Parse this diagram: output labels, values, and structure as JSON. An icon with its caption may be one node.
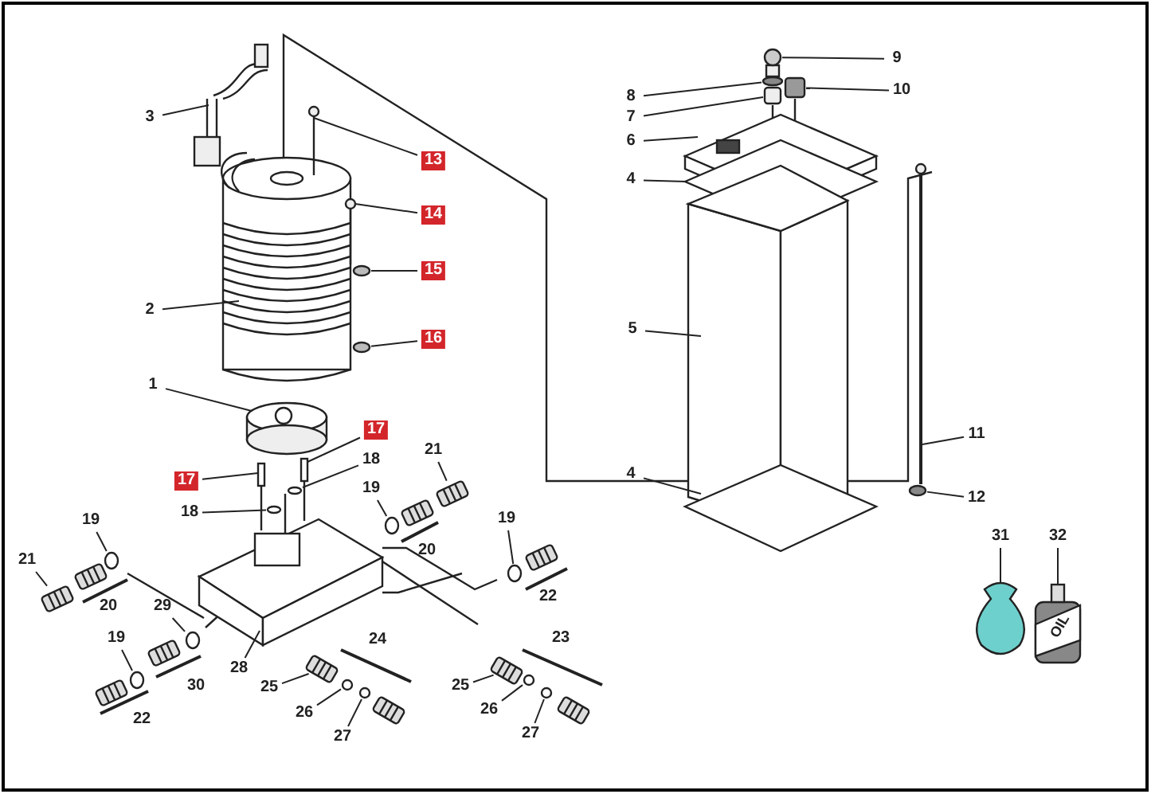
{
  "diagram": {
    "nodes": [
      {
        "text": [
          "3"
        ]
      },
      {
        "text": [
          "13"
        ]
      },
      {
        "text": [
          "14"
        ]
      },
      {
        "text": [
          "15"
        ]
      },
      {
        "text": [
          "16"
        ]
      },
      {
        "text": [
          "2"
        ]
      },
      {
        "text": [
          "1"
        ]
      },
      {
        "text": [
          "17"
        ]
      },
      {
        "text": [
          "18"
        ]
      },
      {
        "text": [
          "17"
        ]
      },
      {
        "text": [
          "18"
        ]
      },
      {
        "text": [
          "19"
        ]
      },
      {
        "text": [
          "21"
        ]
      },
      {
        "text": [
          "19"
        ]
      },
      {
        "text": [
          "21"
        ]
      },
      {
        "text": [
          "19"
        ]
      },
      {
        "text": [
          "29"
        ]
      },
      {
        "text": [
          "19"
        ]
      },
      {
        "text": [
          "28"
        ]
      },
      {
        "text": [
          "25"
        ]
      },
      {
        "text": [
          "26"
        ]
      },
      {
        "text": [
          "27"
        ]
      },
      {
        "text": [
          "25"
        ]
      },
      {
        "text": [
          "26"
        ]
      },
      {
        "text": [
          "27"
        ]
      },
      {
        "text": [
          "9"
        ]
      },
      {
        "text": [
          "10"
        ]
      },
      {
        "text": [
          "8"
        ]
      },
      {
        "text": [
          "7"
        ]
      },
      {
        "text": [
          "6"
        ]
      },
      {
        "text": [
          "4"
        ]
      },
      {
        "text": [
          "5"
        ]
      },
      {
        "text": [
          "4"
        ]
      },
      {
        "text": [
          "11"
        ]
      },
      {
        "text": [
          "12"
        ]
      },
      {
        "text": [
          "31"
        ]
      },
      {
        "text": [
          "32"
        ]
      },
      {
        "text": [],
        "shape": "circle"
      },
      {
        "text": [],
        "shape": "circle"
      },
      {
        "text": [],
        "shape": "circle"
      },
      {
        "text": [],
        "shape": "cylinder"
      },
      {
        "text": [],
        "shape": "circle"
      },
      {
        "text": [],
        "shape": "cylinder"
      },
      {
        "text": [],
        "shape": "circle"
      },
      {
        "text": [],
        "shape": "circle"
      },
      {
        "text": [],
        "shape": "circle"
      },
      {
        "text": [],
        "shape": "cylinder"
      },
      {
        "text": [],
        "shape": "circle"
      },
      {
        "text": [],
        "shape": "circle"
      },
      {
        "text": [],
        "shape": "cylinder"
      },
      {
        "text": [],
        "shape": "circle"
      },
      {
        "text": [],
        "shape": "circle"
      },
      {
        "text": [],
        "shape": "circle"
      },
      {
        "text": [],
        "shape": "circle"
      },
      {
        "text": [],
        "shape": "circle"
      },
      {
        "text": [],
        "shape": "circle"
      },
      {
        "text": [],
        "shape": "cylinder"
      },
      {
        "text": [],
        "shape": "circle"
      },
      {
        "text": [],
        "shape": "cylinder"
      },
      {
        "text": [],
        "shape": "picture"
      },
      {
        "text": [],
        "shape": "bar"
      },
      {
        "text": [],
        "shape": "picture"
      },
      {
        "text": [],
        "shape": "bar"
      },
      {
        "text": [],
        "shape": "picture"
      },
      {
        "text": [],
        "shape": "bar"
      },
      {
        "text": [],
        "shape": "bar"
      },
      {
        "text": [],
        "shape": "picture"
      },
      {
        "text": [],
        "shape": "picture"
      },
      {
        "text": [],
        "shape": "bar"
      },
      {
        "text": [],
        "shape": "picture"
      },
      {
        "text": [],
        "shape": "picture"
      },
      {
        "text": [],
        "shape": "cylinder"
      },
      {
        "text": [],
        "shape": "cylinder"
      },
      {
        "text": [],
        "shape": "cylinder"
      },
      {
        "text": [],
        "shape": "cylinder"
      },
      {
        "text": [],
        "shape": "cylinder"
      },
      {
        "text": [],
        "shape": "cylinder"
      },
      {
        "text": [],
        "shape": "cylinder"
      }
    ],
    "edges": [
      {
        "from": 0,
        "to": 61,
        "arrow": "none"
      },
      {
        "from": 1,
        "to": 62,
        "arrow": "none"
      },
      {
        "from": 2,
        "to": 60,
        "arrow": "none"
      },
      {
        "from": 3,
        "to": 52,
        "arrow": "none"
      },
      {
        "from": 4,
        "to": 53,
        "arrow": "none"
      },
      {
        "from": 5,
        "to": 59,
        "arrow": "none"
      },
      {
        "from": 6,
        "to": 63,
        "arrow": "none"
      },
      {
        "from": 7,
        "to": 64,
        "arrow": "none"
      },
      {
        "from": 8,
        "to": 37,
        "arrow": "none"
      },
      {
        "from": 9,
        "to": 65,
        "arrow": "none"
      },
      {
        "from": 10,
        "to": 38,
        "arrow": "none"
      },
      {
        "from": 11,
        "to": 39,
        "arrow": "none"
      },
      {
        "from": 12,
        "to": 40,
        "arrow": "none"
      },
      {
        "from": 13,
        "to": 41,
        "arrow": "none"
      },
      {
        "from": 14,
        "to": 42,
        "arrow": "none"
      },
      {
        "from": 15,
        "to": 43,
        "arrow": "none"
      },
      {
        "from": 16,
        "to": 44,
        "arrow": "none"
      },
      {
        "from": 17,
        "to": 45,
        "arrow": "none"
      },
      {
        "from": 18,
        "to": 66,
        "arrow": "none"
      },
      {
        "from": 19,
        "to": 46,
        "arrow": "none"
      },
      {
        "from": 20,
        "to": 47,
        "arrow": "none"
      },
      {
        "from": 21,
        "to": 48,
        "arrow": "none"
      },
      {
        "from": 22,
        "to": 49,
        "arrow": "none"
      },
      {
        "from": 23,
        "to": 50,
        "arrow": "none"
      },
      {
        "from": 24,
        "to": 51,
        "arrow": "none"
      },
      {
        "from": 25,
        "to": 55,
        "arrow": "none"
      },
      {
        "from": 26,
        "to": 56,
        "arrow": "none"
      },
      {
        "from": 27,
        "to": 57,
        "arrow": "none"
      },
      {
        "from": 28,
        "to": 58,
        "arrow": "none"
      },
      {
        "from": 29,
        "to": 67,
        "arrow": "none"
      },
      {
        "from": 30,
        "to": 67,
        "arrow": "none"
      },
      {
        "from": 31,
        "to": 67,
        "arrow": "none"
      },
      {
        "from": 32,
        "to": 67,
        "arrow": "none"
      },
      {
        "from": 33,
        "to": 68,
        "arrow": "none"
      },
      {
        "from": 34,
        "to": 54,
        "arrow": "none"
      },
      {
        "from": 35,
        "to": 69,
        "arrow": "none"
      },
      {
        "from": 36,
        "to": 70,
        "arrow": "none"
      }
    ],
    "labels": [
      "20",
      "20",
      "22",
      "30",
      "22",
      "24",
      "23",
      "OIL"
    ]
  }
}
